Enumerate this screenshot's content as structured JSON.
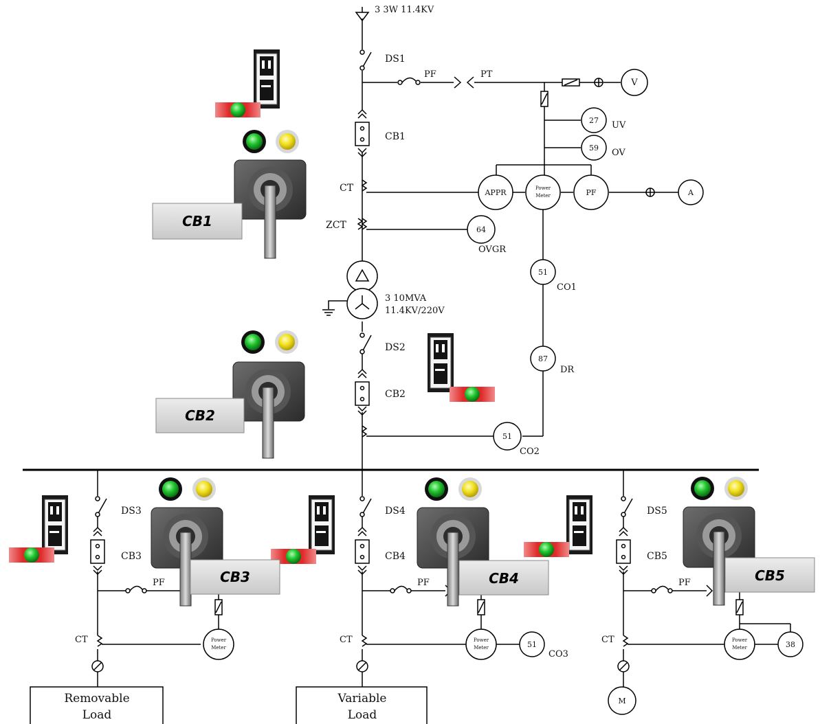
{
  "source": {
    "spec": "3   3W   11.4KV"
  },
  "main_line": {
    "ds1": "DS1",
    "pf": "PF",
    "pt": "PT",
    "cb1": "CB1",
    "ct": "CT",
    "zct": "ZCT",
    "transformer_spec_1": "3   10MVA",
    "transformer_spec_2": "11.4KV/220V",
    "ds2": "DS2",
    "cb2": "CB2"
  },
  "relays": {
    "v": "V",
    "r27": "27",
    "uv": "UV",
    "r59": "59",
    "ov": "OV",
    "appr": "APPR",
    "power_meter_1": "Power",
    "power_meter_2": "Meter",
    "pf": "PF",
    "a": "A",
    "r64": "64",
    "ovgr": "OVGR",
    "r51_co1": "51",
    "co1": "CO1",
    "r87": "87",
    "dr": "DR",
    "r51_co2": "51",
    "co2": "CO2"
  },
  "panels": {
    "cb1": "CB1",
    "cb2": "CB2",
    "cb3": "CB3",
    "cb4": "CB4",
    "cb5": "CB5",
    "lamp_green": "#2bd13a",
    "lamp_yellow": "#f1e21e",
    "indicator_red": "#e03a3a"
  },
  "feeders": {
    "f1": {
      "ds": "DS3",
      "cb": "CB3",
      "pf": "PF",
      "ct": "CT",
      "meter_1": "Power",
      "meter_2": "Meter",
      "load_1": "Removable",
      "load_2": "Load"
    },
    "f2": {
      "ds": "DS4",
      "cb": "CB4",
      "pf": "PF",
      "ct": "CT",
      "meter_1": "Power",
      "meter_2": "Meter",
      "relay": "51",
      "relay_label": "CO3",
      "load_1": "Variable",
      "load_2": "Load"
    },
    "f3": {
      "ds": "DS5",
      "cb": "CB5",
      "pf": "PF",
      "ct": "CT",
      "meter_1": "Power",
      "meter_2": "Meter",
      "relay": "38",
      "motor": "M"
    }
  }
}
